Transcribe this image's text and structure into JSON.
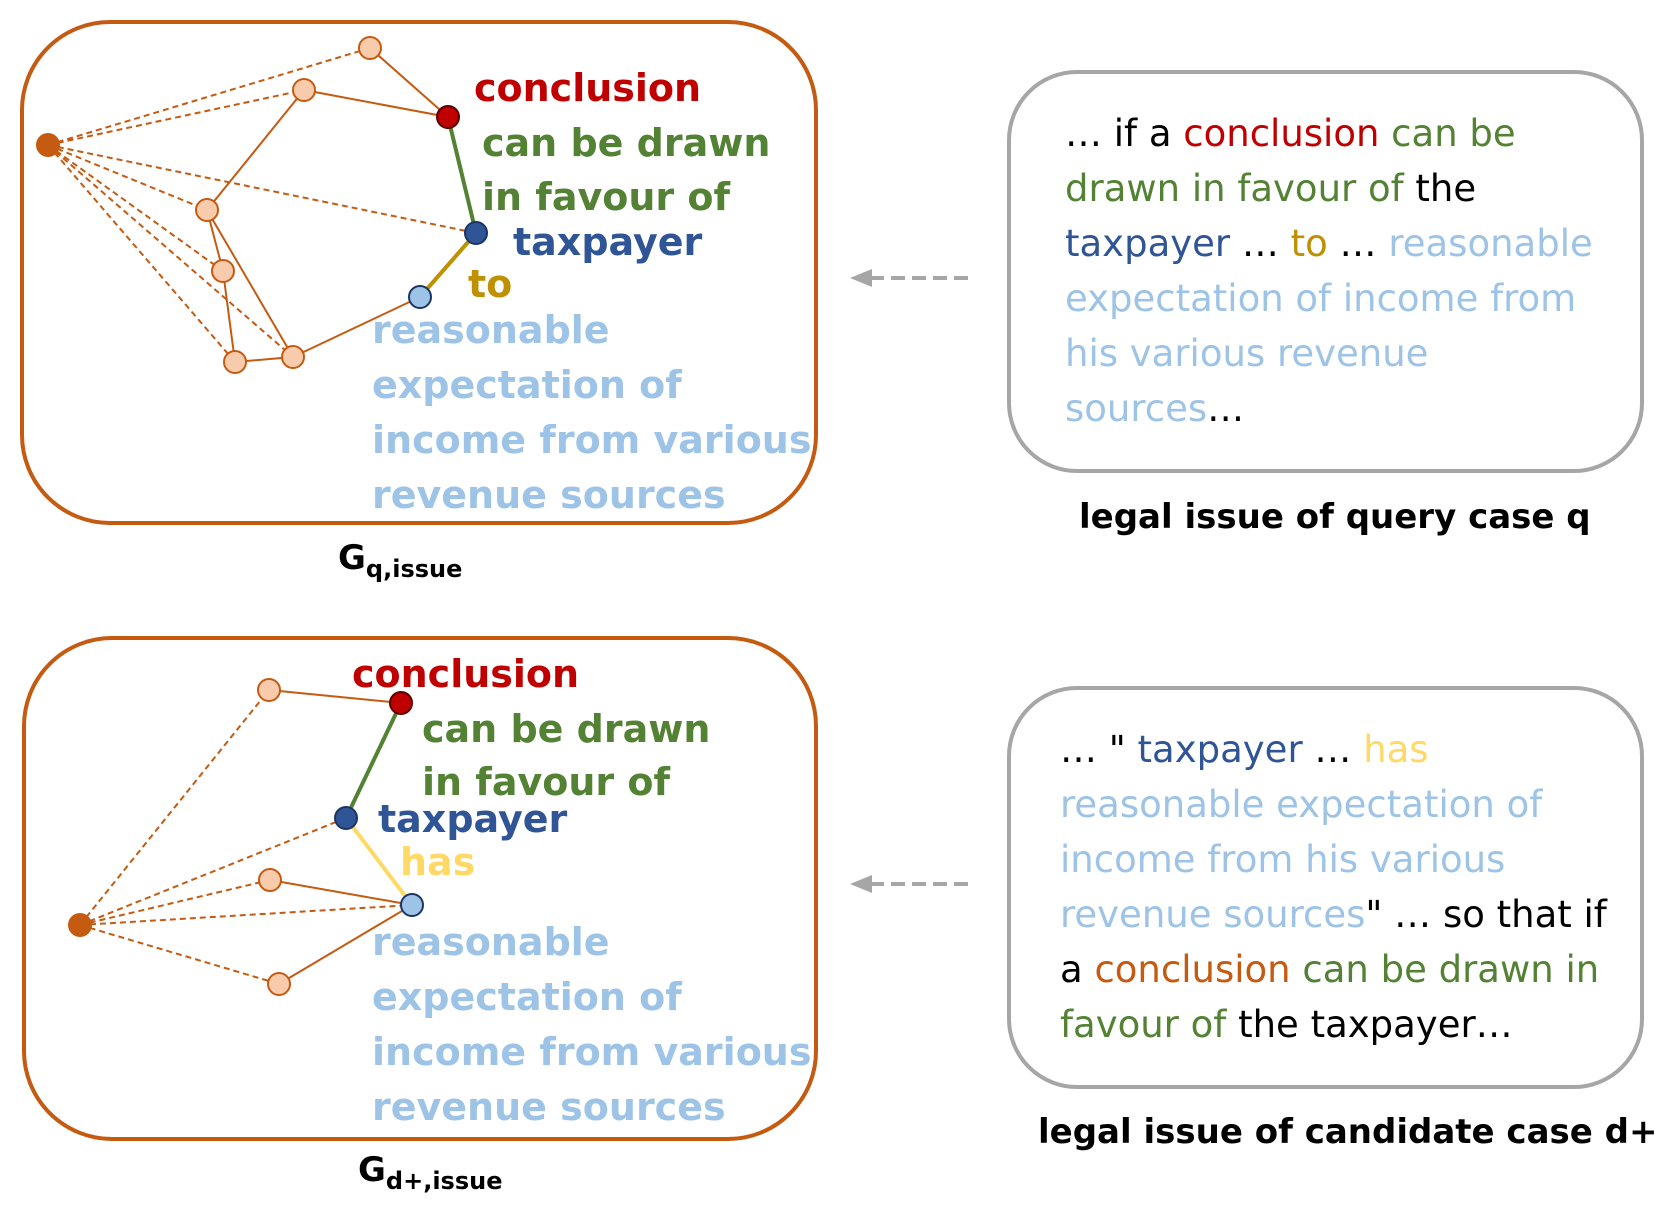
{
  "top_graph": {
    "label_conclusion": "conclusion",
    "label_relation": [
      "can be drawn",
      "in favour of"
    ],
    "label_taxpayer": "taxpayer",
    "label_to": "to",
    "label_expectation": [
      "reasonable",
      "expectation of",
      "income from various",
      "revenue sources"
    ],
    "caption_main": "G",
    "caption_sub": "q,issue"
  },
  "bottom_graph": {
    "label_conclusion": "conclusion",
    "label_relation": [
      "can be drawn",
      "in favour of"
    ],
    "label_taxpayer": "taxpayer",
    "label_has": "has",
    "label_expectation": [
      "reasonable",
      "expectation of",
      "income from various",
      "revenue sources"
    ],
    "caption_main": "G",
    "caption_sub": "d+,issue"
  },
  "query_passage": {
    "segments": [
      {
        "text": "… if a ",
        "color": "black"
      },
      {
        "text": "conclusion",
        "color": "red"
      },
      {
        "text": " can be drawn in favour of",
        "color": "green"
      },
      {
        "text": " the ",
        "color": "black"
      },
      {
        "text": "taxpayer",
        "color": "navy"
      },
      {
        "text": " … ",
        "color": "black"
      },
      {
        "text": "to",
        "color": "gold"
      },
      {
        "text": " … ",
        "color": "black"
      },
      {
        "text": "reasonable expectation of income from his various revenue sources",
        "color": "light"
      },
      {
        "text": "…",
        "color": "black"
      }
    ],
    "caption": "legal issue of query case q"
  },
  "candidate_passage": {
    "segments": [
      {
        "text": "… \" ",
        "color": "black"
      },
      {
        "text": "taxpayer",
        "color": "navy"
      },
      {
        "text": " … ",
        "color": "black"
      },
      {
        "text": "has",
        "color": "yellow"
      },
      {
        "text": " reasonable expectation of income from his various revenue sources",
        "color": "light"
      },
      {
        "text": "\" … so that if a ",
        "color": "black"
      },
      {
        "text": "conclusion",
        "color": "orange"
      },
      {
        "text": " can be drawn in favour of",
        "color": "green"
      },
      {
        "text": " the taxpayer…",
        "color": "black"
      }
    ],
    "caption": "legal issue of candidate case d+"
  },
  "colors": {
    "node_orange": "#c55a11",
    "node_peach": "#f8cbad",
    "node_red": "#c00000",
    "node_navy": "#2f5597",
    "node_light": "#9dc3e6",
    "edge_green": "#548235",
    "edge_gold": "#bf9000",
    "edge_yellow": "#ffd966",
    "arrow_gray": "#a6a6a6"
  }
}
